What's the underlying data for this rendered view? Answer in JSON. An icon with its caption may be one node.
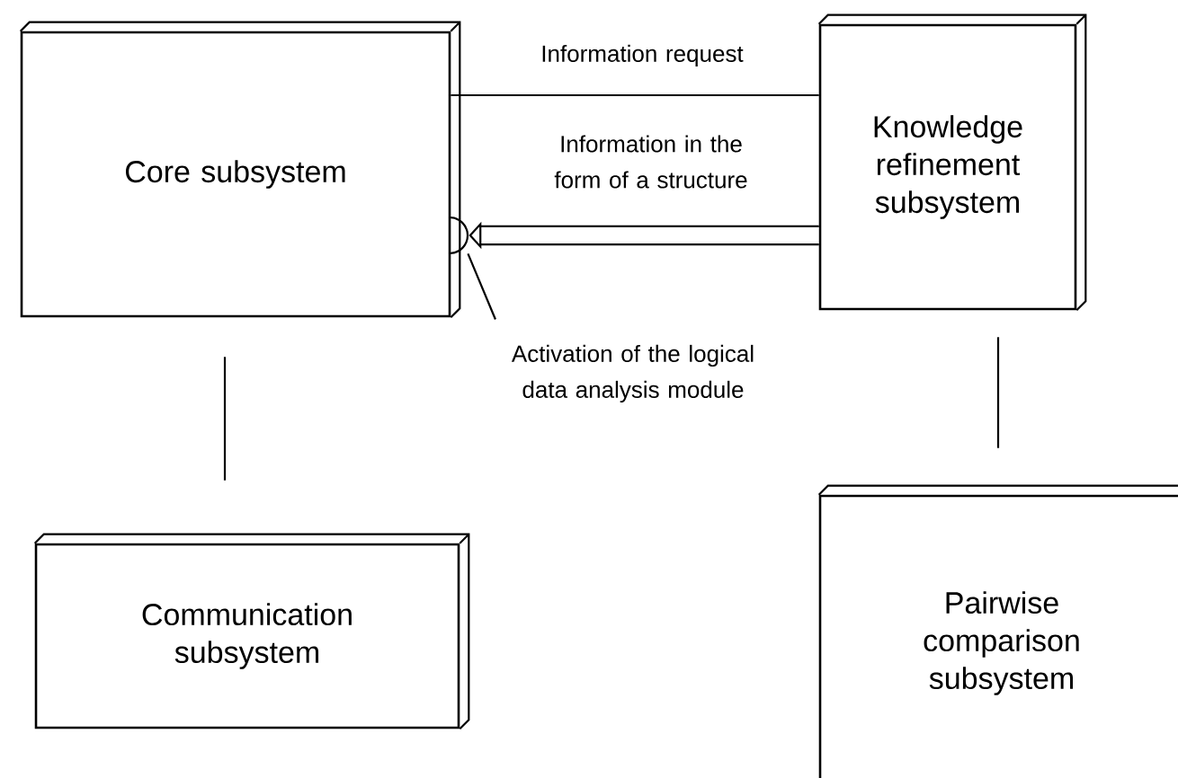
{
  "diagram": {
    "nodes": [
      {
        "text": [
          "Core subsystem"
        ]
      },
      {
        "text": [
          "Knowledge refinement subsystem"
        ]
      },
      {
        "text": [
          "Communication subsystem"
        ]
      },
      {
        "text": [
          "Pairwise comparison subsystem"
        ]
      },
      {
        "text": [
          "Activation of the logical data analysis module"
        ]
      },
      {
        "text": [],
        "shape": "semicircle"
      }
    ],
    "edges": [
      {
        "from": 1,
        "to": 0,
        "arrow": "none",
        "label": "Information request"
      },
      {
        "from": 1,
        "to": 0,
        "arrow": "to",
        "label": "Information in the form of a structure",
        "style": "thick"
      },
      {
        "from": 4,
        "to": 5,
        "arrow": "none"
      },
      {
        "from": 0,
        "to": 2,
        "arrow": "none"
      },
      {
        "from": 1,
        "to": 3,
        "arrow": "none"
      }
    ]
  }
}
